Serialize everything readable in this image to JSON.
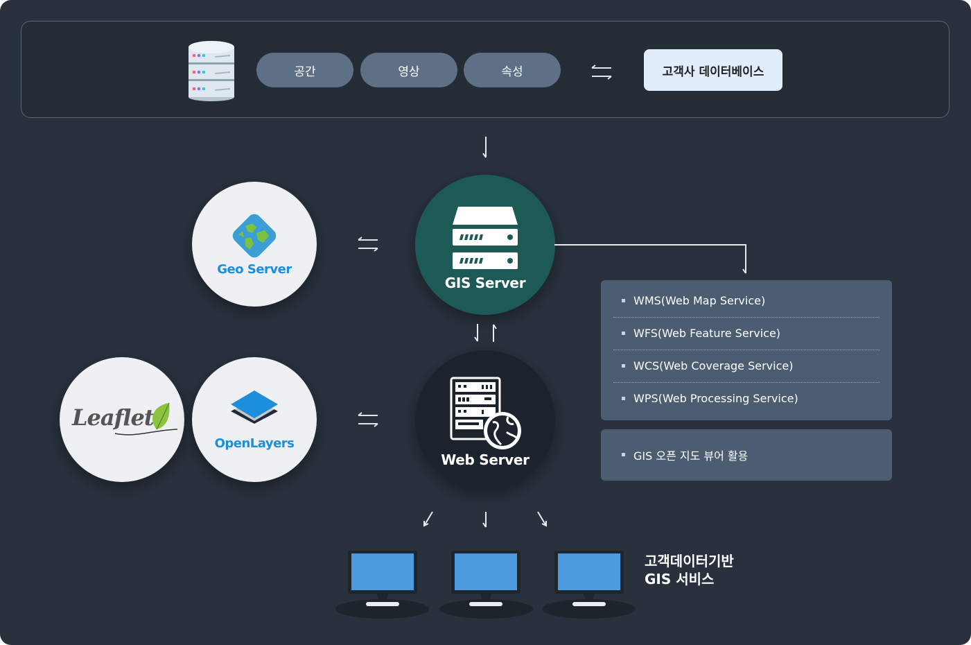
{
  "top": {
    "pills": [
      "공간",
      "영상",
      "속성"
    ],
    "customer_db": "고객사 데이터베이스"
  },
  "nodes": {
    "geoserver": "Geo Server",
    "gis_server": "GIS Server",
    "web_server": "Web Server",
    "leaflet": "Leaflet",
    "openlayers": "OpenLayers"
  },
  "services": [
    "WMS(Web Map Service)",
    "WFS(Web Feature Service)",
    "WCS(Web Coverage Service)",
    "WPS(Web Processing Service)"
  ],
  "viewer": "GIS 오픈 지도 뷰어 활용",
  "result": {
    "line1": "고객데이터기반",
    "line2": "GIS 서비스"
  },
  "colors": {
    "background": "#28313c",
    "gis_server": "#1d5a55",
    "web_server": "#1c232d",
    "panel": "#4c5d71",
    "pill": "#5d7086",
    "brand_blue": "#1b8fdc"
  }
}
